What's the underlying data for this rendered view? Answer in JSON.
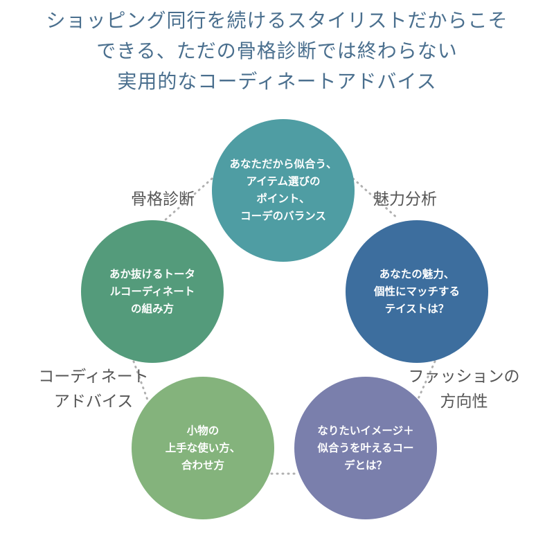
{
  "title": {
    "line1": "ショッピング同行を続けるスタイリストだからこそ",
    "line2": "できる、ただの骨格診断では終わらない",
    "line3": "実用的なコーディネートアドバイス"
  },
  "colors": {
    "title": "#4a6f8e",
    "label": "#555555",
    "connector": "#b0b0b0",
    "circle_top": "#4f9da3",
    "circle_right": "#3d6e9e",
    "circle_bottom_right": "#7a7fac",
    "circle_bottom_left": "#84b37c",
    "circle_left": "#549b7b"
  },
  "nodes": {
    "top": "あなただから似合う、\nアイテム選びの\nポイント、\nコーデのバランス",
    "right": "あなたの魅力、\n個性にマッチする\nテイストは？",
    "bottom_right": "なりたいイメージ＋\n似合うを叶えるコー\nデとは？",
    "bottom_left": "小物の\n上手な使い方、\n合わせ方",
    "left": "あか抜けるトータ\nルコーディネート\nの組み方"
  },
  "labels": {
    "top_left": "骨格診断",
    "top_right": "魅力分析",
    "right": "ファッションの\n方向性",
    "left": "コーディネート\nアドバイス"
  }
}
